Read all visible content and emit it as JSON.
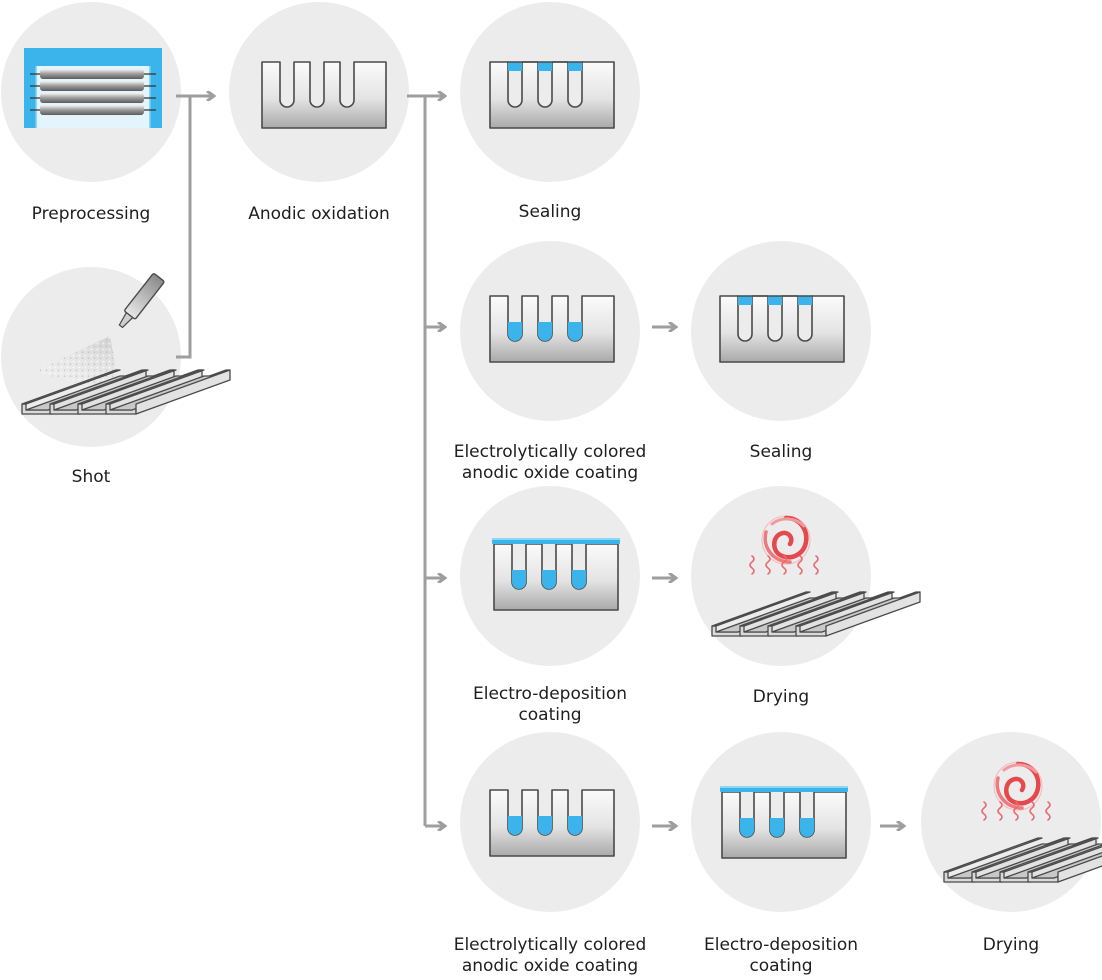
{
  "steps": {
    "preprocessing": {
      "lines": [
        "Preprocessing"
      ]
    },
    "shot": {
      "lines": [
        "Shot"
      ]
    },
    "anodic_oxidation": {
      "lines": [
        "Anodic oxidation"
      ]
    },
    "sealing_1": {
      "lines": [
        "Sealing"
      ]
    },
    "electrolytic_1": {
      "lines": [
        "Electrolytically colored",
        "anodic oxide coating"
      ]
    },
    "sealing_2": {
      "lines": [
        "Sealing"
      ]
    },
    "electrodeposition_1": {
      "lines": [
        "Electro-deposition",
        "coating"
      ]
    },
    "drying_1": {
      "lines": [
        "Drying"
      ]
    },
    "electrolytic_2": {
      "lines": [
        "Electrolytically colored",
        "anodic oxide coating"
      ]
    },
    "electrodeposition_2": {
      "lines": [
        "Electro-deposition",
        "coating"
      ]
    },
    "drying_2": {
      "lines": [
        "Drying"
      ]
    }
  },
  "colors": {
    "circle": "#ececec",
    "connector": "#9e9e9e",
    "accent_blue": "#3bb4ec",
    "metal_edge": "#4a4a4a",
    "heat_red": "#e5484d"
  },
  "icons": {
    "preprocessing": "bath-tank-icon",
    "shot": "shot-blasting-icon",
    "anodic": "porous-oxide-icon",
    "sealing": "sealed-pores-icon",
    "colored": "colored-pores-icon",
    "deposition": "deposition-coating-icon",
    "drying": "drying-heat-icon"
  }
}
